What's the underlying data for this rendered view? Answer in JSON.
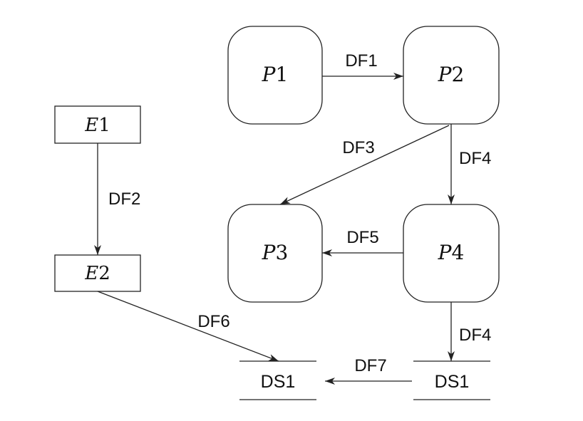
{
  "processes": [
    {
      "id": "p1",
      "letter": "P",
      "num": "1"
    },
    {
      "id": "p2",
      "letter": "P",
      "num": "2"
    },
    {
      "id": "p3",
      "letter": "P",
      "num": "3"
    },
    {
      "id": "p4",
      "letter": "P",
      "num": "4"
    }
  ],
  "entities": [
    {
      "id": "e1",
      "letter": "E",
      "num": "1"
    },
    {
      "id": "e2",
      "letter": "E",
      "num": "2"
    }
  ],
  "stores": [
    {
      "id": "ds1_left",
      "label": "DS1"
    },
    {
      "id": "ds1_right",
      "label": "DS1"
    }
  ],
  "flows": [
    {
      "id": "p1_p2",
      "label": "DF1"
    },
    {
      "id": "e1_e2",
      "label": "DF2"
    },
    {
      "id": "p2_p3",
      "label": "DF3"
    },
    {
      "id": "p2_p4",
      "label": "DF4"
    },
    {
      "id": "p4_p3",
      "label": "DF5"
    },
    {
      "id": "e2_ds1",
      "label": "DF6"
    },
    {
      "id": "ds1_ds1",
      "label": "DF7"
    },
    {
      "id": "p4_ds1",
      "label": "DF4"
    }
  ]
}
